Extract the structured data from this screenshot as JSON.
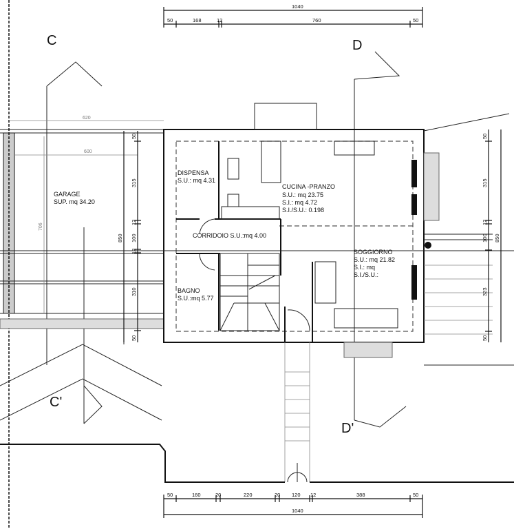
{
  "sections": {
    "c_top": "C",
    "c_bottom": "C'",
    "d_top": "D",
    "d_bottom": "D'"
  },
  "rooms": {
    "garage": {
      "name": "GARAGE",
      "area": "SUP. mq 34.20"
    },
    "dispensa": {
      "name": "DISPENSA",
      "area": "S.U.: mq 4.31"
    },
    "cucina": {
      "name": "CUCINA -PRANZO",
      "su": "S.U.: mq 23.75",
      "si": "S.I.:  mq  4.72",
      "ratio": "S.I./S.U.: 0.198"
    },
    "corridoio": {
      "name": "CORRIDOIO S.U.:mq 4.00"
    },
    "soggiorno": {
      "name": "SOGGIORNO",
      "su": "S.U.: mq 21.82",
      "si": "S.I.:  mq",
      "ratio": "S.I./S.U.:"
    },
    "bagno": {
      "name": "BAGNO",
      "area": "S.U.:mq 5.77"
    }
  },
  "dims": {
    "top_total": "1040",
    "top_chain": [
      "50",
      "168",
      "12",
      "760",
      "50"
    ],
    "bottom_chain": [
      "50",
      "160",
      "20",
      "220",
      "20",
      "120",
      "12",
      "388",
      "50"
    ],
    "bottom_total": "1040",
    "garage_outer_width": "620",
    "garage_inner_width": "600",
    "garage_depth": "706",
    "left_total": "850",
    "left_chain": [
      "50",
      "315",
      "12",
      "100",
      "12",
      "310",
      "50"
    ],
    "right_total": "850",
    "right_chain": [
      "50",
      "315",
      "12",
      "100",
      "323",
      "50"
    ]
  }
}
